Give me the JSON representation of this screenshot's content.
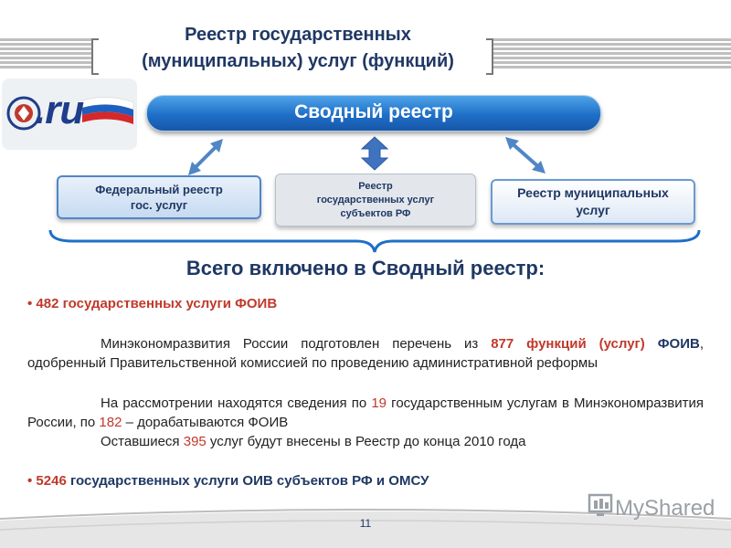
{
  "header": {
    "title_line1": "Реестр государственных",
    "title_line2": "(муниципальных) услуг (функций)"
  },
  "logo": {
    "text": ".ru"
  },
  "main_pill": {
    "label": "Сводный реестр"
  },
  "registries": {
    "federal": {
      "line1": "Федеральный реестр",
      "line2": "гос. услуг"
    },
    "subjects": {
      "line1": "Реестр",
      "line2": "государственных услуг",
      "line3": "субъектов РФ"
    },
    "municipal": {
      "line1": "Реестр муниципальных",
      "line2": "услуг"
    }
  },
  "section_title": "Всего включено в Сводный реестр:",
  "content": {
    "bullet1": {
      "count": "482",
      "text": " государственных услуги ФОИВ"
    },
    "para1": {
      "part1": "Минэкономразвития России подготовлен перечень из ",
      "highlight": "877 функций (услуг)",
      "part2": "ФОИВ",
      "part3": ", одобренный Правительственной комиссией по проведению административной реформы"
    },
    "para2": {
      "part1": "На рассмотрении находятся сведения по ",
      "num1": "19",
      "part2": " государственным услугам в Минэкономразвития России, по ",
      "num2": "182",
      "part3": " – дорабатываются ФОИВ"
    },
    "para3": {
      "part1": "Оставшиеся ",
      "num": "395",
      "part2": " услуг будут внесены в Реестр до конца 2010 года"
    },
    "bullet2": {
      "count": "5246",
      "text": " государственных услуги ОИВ субъектов РФ  и ОМСУ"
    }
  },
  "footer": {
    "page_number": "11",
    "watermark": "MyShared"
  },
  "colors": {
    "title": "#1f3864",
    "accent_red": "#c0392b",
    "pill_blue": "#1e6fc8"
  }
}
